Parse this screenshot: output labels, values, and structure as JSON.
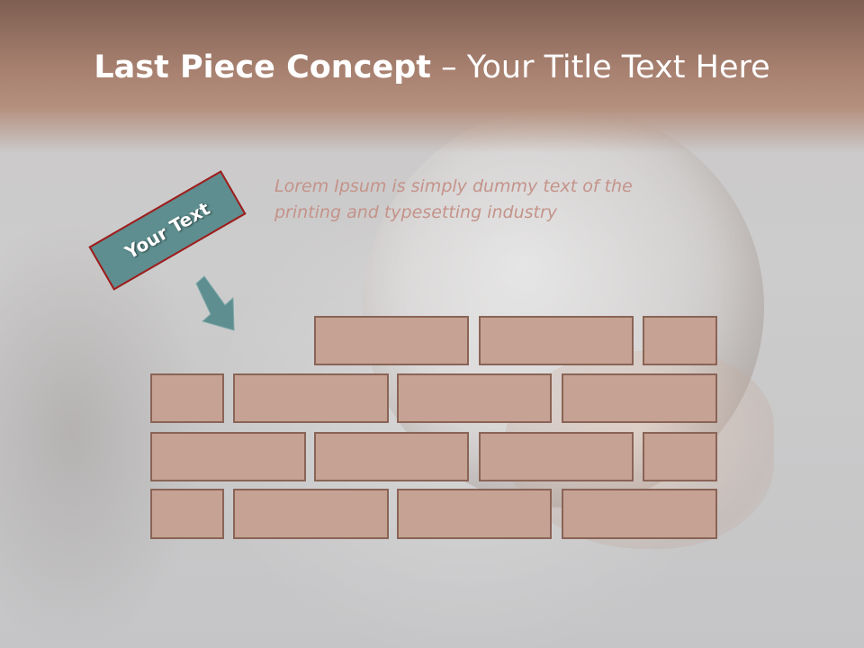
{
  "slide": {
    "title_bold": "Last Piece Concept",
    "title_rest": " – Your Title Text Here",
    "tag_label": "Your Text",
    "body_text": "Lorem Ipsum is simply dummy text of the printing and typesetting industry"
  },
  "colors": {
    "header": "#a7806f",
    "tag_fill": "#5e8e8f",
    "tag_border": "#a21b1b",
    "arrow": "#5e8e8f",
    "brick_fill": "#c5a293",
    "brick_border": "#8a6457",
    "body_text": "#c4938a"
  },
  "icons": {
    "arrow": "down-right-arrow-icon"
  }
}
